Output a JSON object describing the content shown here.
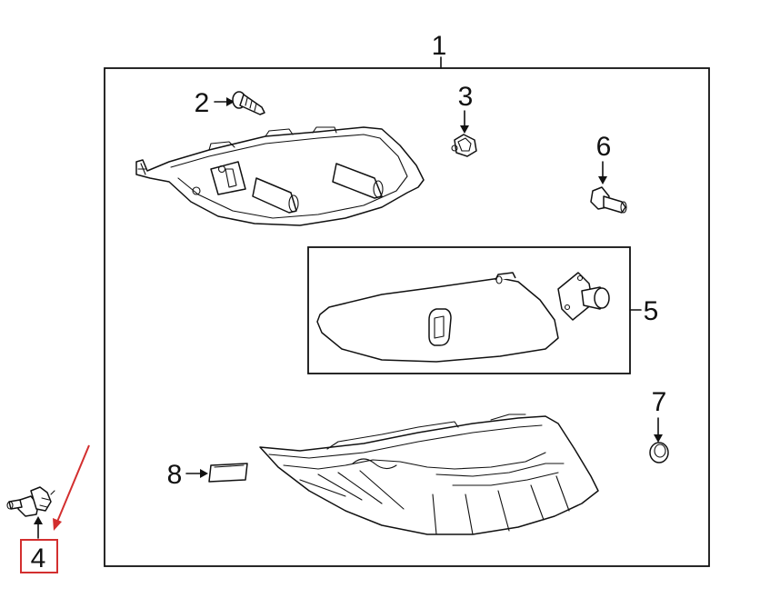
{
  "callouts": {
    "c1": "1",
    "c2": "2",
    "c3": "3",
    "c4": "4",
    "c5": "5",
    "c6": "6",
    "c7": "7",
    "c8": "8"
  },
  "colors": {
    "line": "#111111",
    "background": "#ffffff",
    "highlight": "#d32f2f"
  },
  "highlighted_callout": "4"
}
